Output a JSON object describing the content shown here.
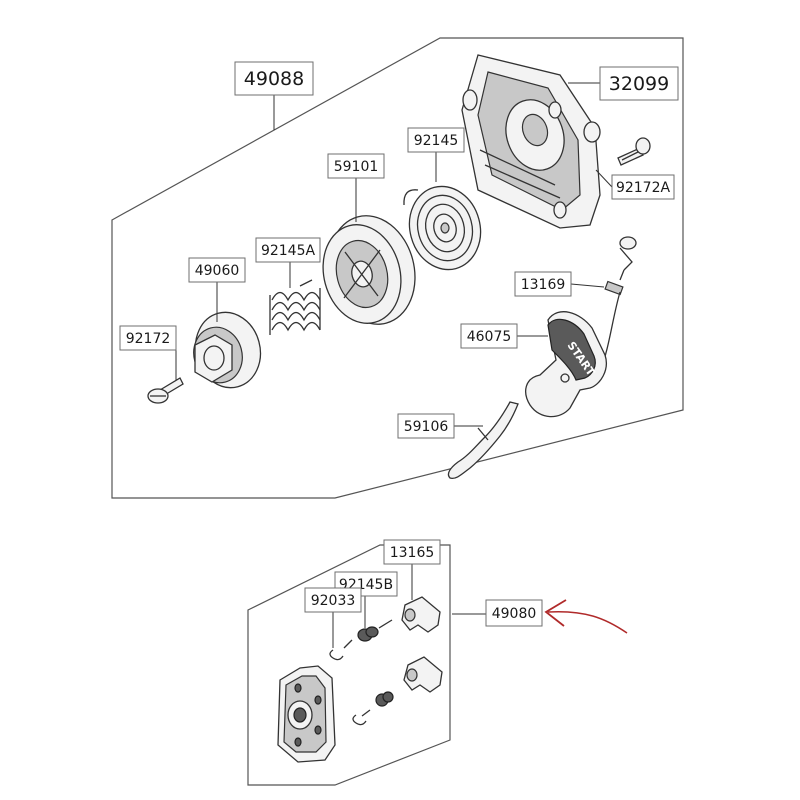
{
  "labels": {
    "p49088": "49088",
    "p32099": "32099",
    "p92145": "92145",
    "p59101": "59101",
    "p92172A": "92172A",
    "p92145A": "92145A",
    "p49060": "49060",
    "p13169": "13169",
    "p92172": "92172",
    "p46075": "46075",
    "p59106": "59106",
    "p13165": "13165",
    "p92145B": "92145B",
    "p92033": "92033",
    "p49080": "49080"
  },
  "handle_text": "START",
  "colors": {
    "arrow": "#b02a2a",
    "outline": "#333333",
    "frame": "#555555"
  }
}
